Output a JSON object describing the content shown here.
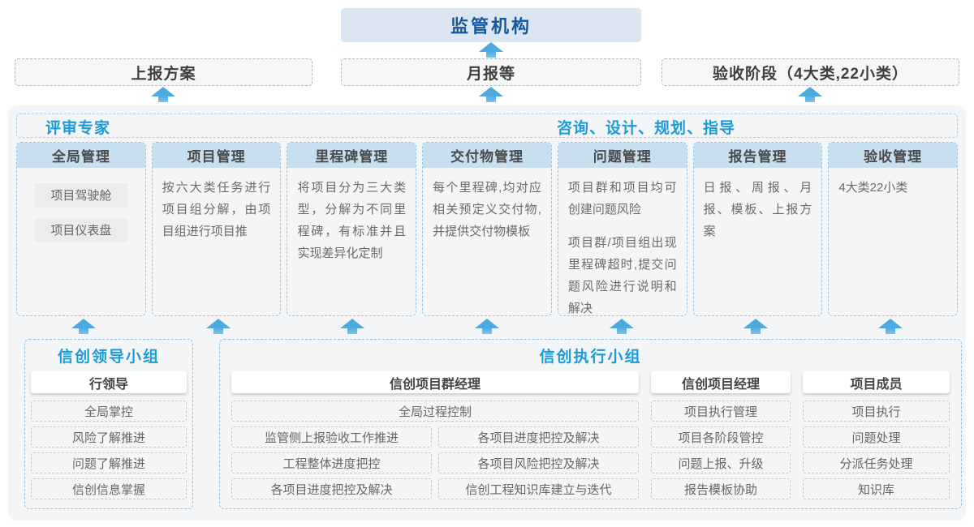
{
  "colors": {
    "accent_blue": "#1b9cd9",
    "dark_blue": "#15599c",
    "column_header_fill": "#c8dff0",
    "dashed_blue_border": "#92c6e9",
    "panel_background": "#f3f5f6",
    "arrow_blue": "#55aee1",
    "regulator_fill": "#dbe6f2"
  },
  "top": {
    "regulator": "监管机构",
    "outputs": [
      "上报方案",
      "月报等",
      "验收阶段（4大类,22小类）"
    ]
  },
  "strip": {
    "left": "评审专家",
    "right": "咨询、设计、规划、指导"
  },
  "columns": [
    {
      "title": "全局管理",
      "chips": [
        "项目驾驶舱",
        "项目仪表盘"
      ]
    },
    {
      "title": "项目管理",
      "text": "按六大类任务进行项目组分解，由项目组进行项目推"
    },
    {
      "title": "里程碑管理",
      "text": "将项目分为三大类型，分解为不同里程碑，有标准并且实现差异化定制"
    },
    {
      "title": "交付物管理",
      "text": "每个里程碑,均对应相关预定义交付物,并提供交付物模板"
    },
    {
      "title": "问题管理",
      "text": "项目群和项目均可创建问题风险",
      "text2": "项目群/项目组出现里程碑超时,提交问题风险进行说明和解决"
    },
    {
      "title": "报告管理",
      "text": "日报、周报、月报、模板、上报方案"
    },
    {
      "title": "验收管理",
      "text": "4大类22小类"
    }
  ],
  "bottom": {
    "leader": {
      "title": "信创领导小组",
      "head": "行领导",
      "items": [
        "全局掌控",
        "风险了解推进",
        "问题了解推进",
        "信创信息掌握"
      ]
    },
    "exec": {
      "title": "信创执行小组",
      "pm_group": {
        "head": "信创项目群经理",
        "full_item": "全局过程控制",
        "left": [
          "监管侧上报验收工作推进",
          "工程整体进度把控",
          "各项目进度把控及解决"
        ],
        "right": [
          "各项目进度把控及解决",
          "各项目风险把控及解决",
          "信创工程知识库建立与迭代"
        ]
      },
      "proj_mgr": {
        "head": "信创项目经理",
        "items": [
          "项目执行管理",
          "项目各阶段管控",
          "问题上报、升级",
          "报告模板协助"
        ]
      },
      "member": {
        "head": "项目成员",
        "items": [
          "项目执行",
          "问题处理",
          "分派任务处理",
          "知识库"
        ]
      }
    }
  }
}
